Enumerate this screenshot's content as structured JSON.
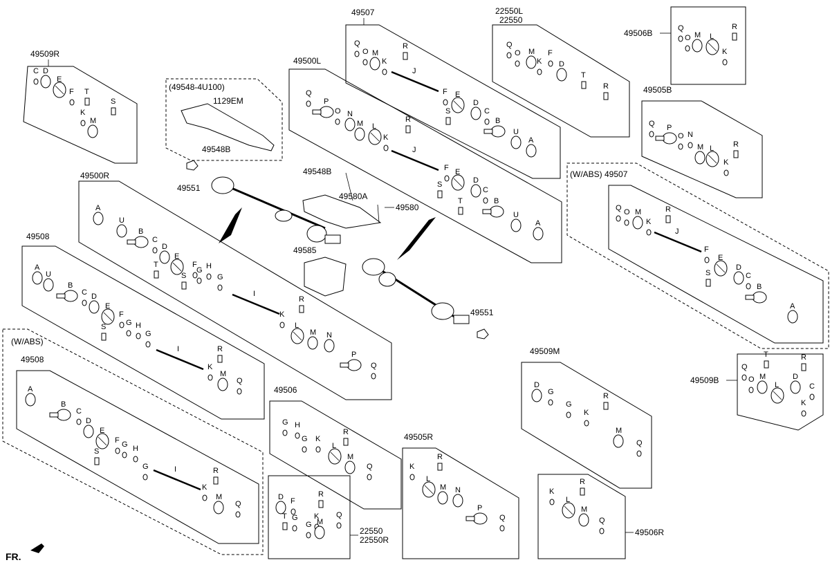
{
  "assemblies": [
    {
      "id": "a_49509R",
      "num": "49509R"
    },
    {
      "id": "a_49548",
      "num": "(49548-4U100)"
    },
    {
      "id": "a_49500L",
      "num": "49500L"
    },
    {
      "id": "a_49507",
      "num": "49507"
    },
    {
      "id": "a_22550L",
      "num": "22550L"
    },
    {
      "id": "a_22550",
      "num": "22550"
    },
    {
      "id": "a_49506B",
      "num": "49506B"
    },
    {
      "id": "a_49505B",
      "num": "49505B"
    },
    {
      "id": "a_49507abs",
      "num": "(W/ABS) 49507"
    },
    {
      "id": "a_49500R",
      "num": "49500R"
    },
    {
      "id": "a_49508",
      "num": "49508"
    },
    {
      "id": "a_wabs",
      "num": "(W/ABS)"
    },
    {
      "id": "a_49508b",
      "num": "49508"
    },
    {
      "id": "a_49506",
      "num": "49506"
    },
    {
      "id": "a_49505R",
      "num": "49505R"
    },
    {
      "id": "a_49509M",
      "num": "49509M"
    },
    {
      "id": "a_49509B",
      "num": "49509B"
    },
    {
      "id": "a_22550b",
      "num": "22550"
    },
    {
      "id": "a_22550R",
      "num": "22550R"
    },
    {
      "id": "a_49506R",
      "num": "49506R"
    }
  ],
  "center_labels": {
    "p49551a": "49551",
    "p49548B_top": "49548B",
    "p49580A": "49580A",
    "p49580": "49580",
    "p49585": "49585",
    "p49551b": "49551",
    "p1129EM": "1129EM",
    "p49548B_inset": "49548B"
  },
  "front_indicator": "FR."
}
